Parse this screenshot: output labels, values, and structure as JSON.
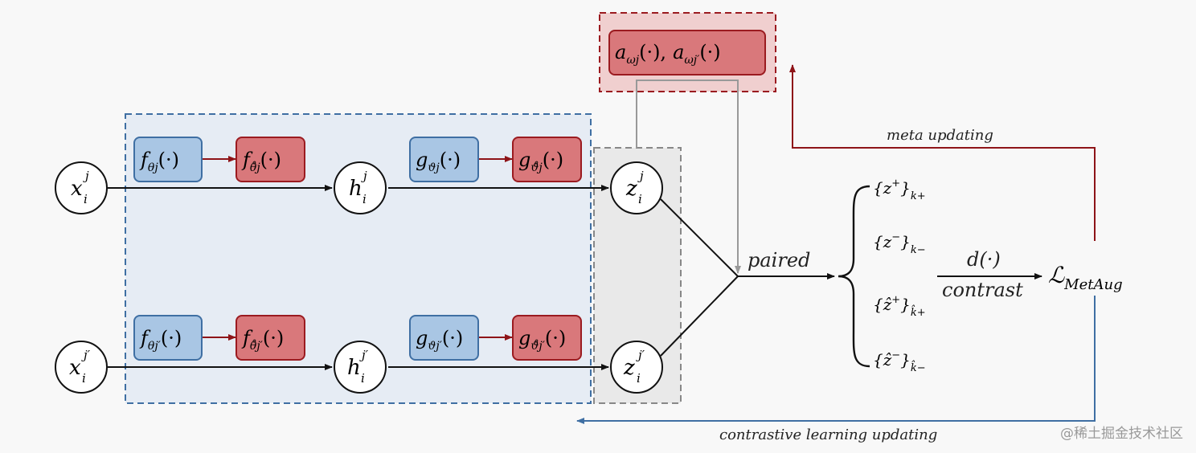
{
  "nodes": {
    "x_i_j": {
      "base": "x",
      "sup": "j",
      "sub": "i"
    },
    "x_i_jp": {
      "base": "x",
      "sup": "j′",
      "sub": "i"
    },
    "h_i_j": {
      "base": "h",
      "sup": "j",
      "sub": "i"
    },
    "h_i_jp": {
      "base": "h",
      "sup": "j′",
      "sub": "i"
    },
    "z_i_j": {
      "base": "z",
      "sup": "j",
      "sub": "i"
    },
    "z_i_jp": {
      "base": "z",
      "sup": "j′",
      "sub": "i"
    }
  },
  "boxes": {
    "f_theta_j": {
      "base": "f",
      "sub": "θj",
      "arg": "(·)"
    },
    "f_theta_hat_j": {
      "base": "f",
      "sub": "θ̊j",
      "arg": "(·)"
    },
    "g_theta_j": {
      "base": "g",
      "sub": "ϑj",
      "arg": "(·)"
    },
    "g_theta_hat_j": {
      "base": "g",
      "sub": "ϑ̊j",
      "arg": "(·)"
    },
    "f_theta_jp": {
      "base": "f",
      "sub": "θj′",
      "arg": "(·)"
    },
    "f_theta_hat_jp": {
      "base": "f",
      "sub": "θ̊j′",
      "arg": "(·)"
    },
    "g_theta_jp": {
      "base": "g",
      "sub": "ϑj′",
      "arg": "(·)"
    },
    "g_theta_hat_jp": {
      "base": "g",
      "sub": "ϑ̊j′",
      "arg": "(·)"
    },
    "augmenter": {
      "a1": "a",
      "sub1": "ωj",
      "arg1": "(·),",
      "a2": "a",
      "sub2": "ωj′",
      "arg2": "(·)"
    }
  },
  "sets": [
    {
      "base": "{z",
      "sup": "+",
      "close": "}",
      "sub": "k+"
    },
    {
      "base": "{z",
      "sup": "−",
      "close": "}",
      "sub": "k−"
    },
    {
      "base": "{ẑ",
      "sup": "+",
      "close": "}",
      "sub": "k̂+"
    },
    {
      "base": "{ẑ",
      "sup": "−",
      "close": "}",
      "sub": "k̂−"
    }
  ],
  "labels": {
    "paired": "paired",
    "distance": "d(·)",
    "contrast": "contrast",
    "loss_base": "ℒ",
    "loss_sub": "MetAug",
    "meta_updating": "meta updating",
    "contrastive_updating": "contrastive learning updating"
  },
  "watermark": "@稀土掘金技术社区",
  "colors": {
    "blue_fill": "#a9c6e4",
    "blue_stroke": "#3f6fa3",
    "red_fill": "#d9787b",
    "red_stroke": "#9b1b20",
    "blue_region": "#e6ecf4",
    "grey_region": "#e9e9e9",
    "red_region": "#f0cfcf"
  }
}
